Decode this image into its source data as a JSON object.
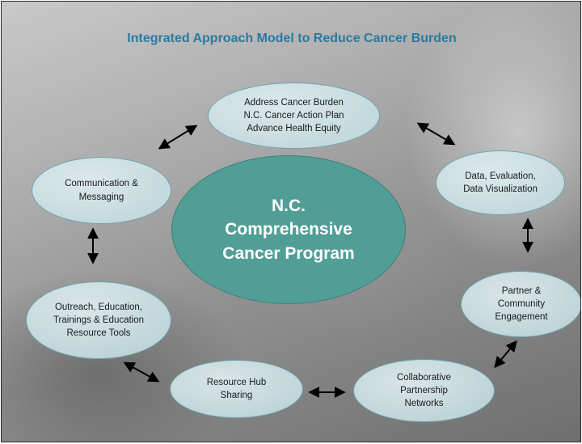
{
  "title": "Integrated Approach Model to Reduce Cancer Burden",
  "center": "N.C.\nComprehensive\nCancer Program",
  "nodes": {
    "address": "Address Cancer Burden\nN.C. Cancer Action Plan\nAdvance Health Equity",
    "data": "Data, Evaluation,\nData Visualization",
    "partner": "Partner &\nCommunity\nEngagement",
    "collab": "Collaborative\nPartnership\nNetworks",
    "resource": "Resource Hub\nSharing",
    "outreach": "Outreach, Education,\nTrainings & Education\nResource Tools",
    "communication": "Communication &\nMessaging"
  },
  "colors": {
    "title": "#2a7aa0",
    "center_fill": "#519e97",
    "node_fill": "#d3e7ea",
    "node_border": "#6fa3b0",
    "arrow": "#000000"
  }
}
